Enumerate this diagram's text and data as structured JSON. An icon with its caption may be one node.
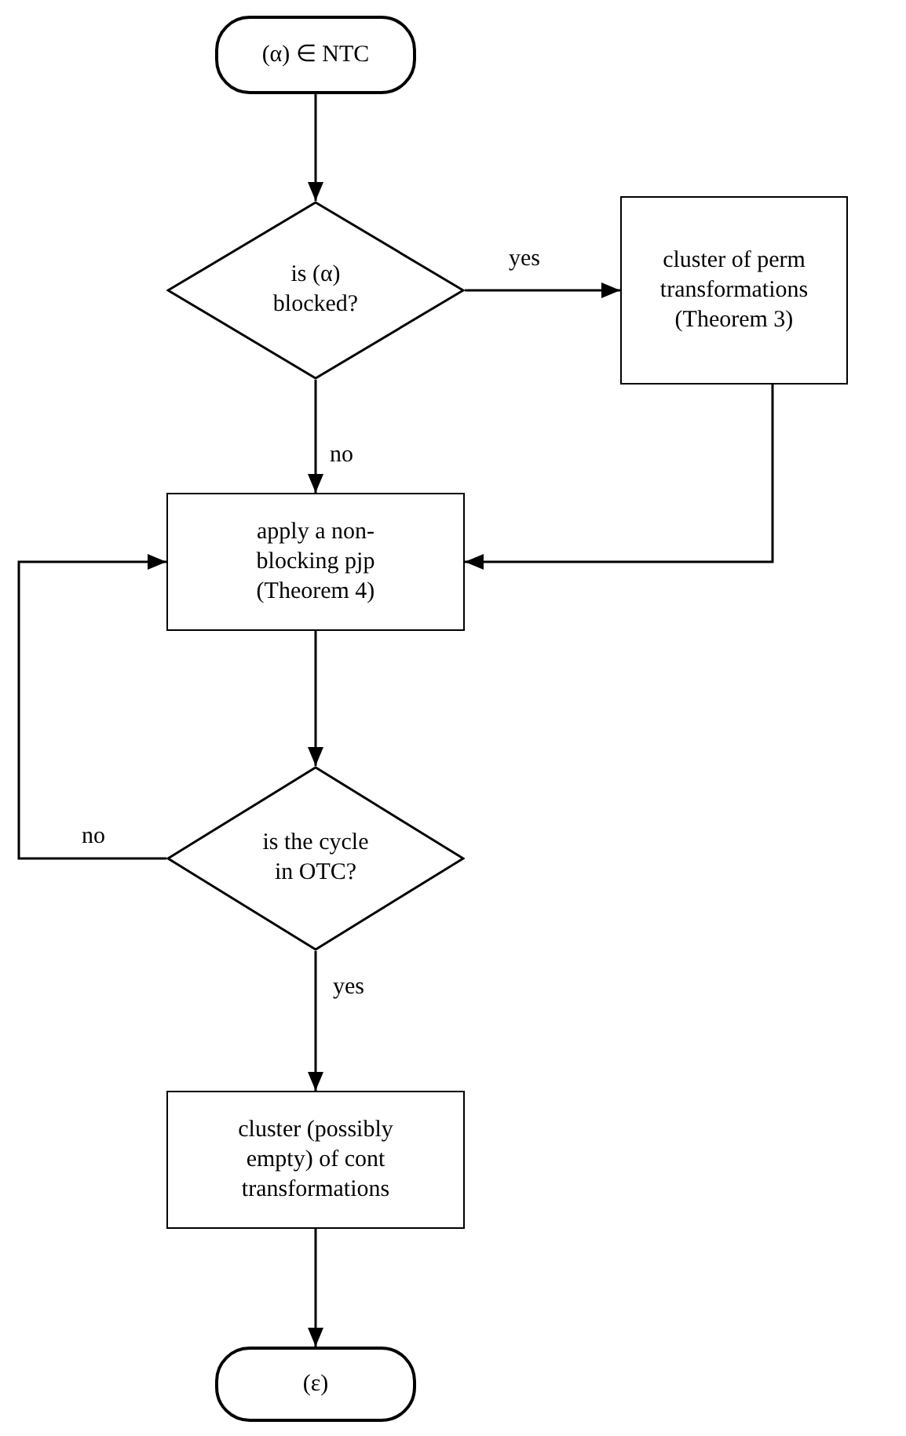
{
  "diagram": {
    "nodes": [
      {
        "text": [
          "(α) ∈ NTC"
        ]
      },
      {
        "text": [
          "is (α) blocked?"
        ]
      },
      {
        "text": [
          "cluster of perm transformations (Theorem 3)"
        ]
      },
      {
        "text": [
          "apply a non-blocking pjp (Theorem 4)"
        ]
      },
      {
        "text": [
          "is the cycle in OTC?"
        ]
      },
      {
        "text": [
          "cluster (possibly empty) of cont transformations"
        ]
      },
      {
        "text": [
          "(ε)"
        ]
      }
    ],
    "edges": [
      {
        "from": 0,
        "to": 1,
        "arrow": "to"
      },
      {
        "from": 1,
        "to": 2,
        "arrow": "to",
        "label": "yes"
      },
      {
        "from": 1,
        "to": 3,
        "arrow": "to",
        "label": "no"
      },
      {
        "from": 2,
        "to": 3,
        "arrow": "to"
      },
      {
        "from": 3,
        "to": 4,
        "arrow": "to"
      },
      {
        "from": 4,
        "to": 3,
        "arrow": "to",
        "label": "no"
      },
      {
        "from": 4,
        "to": 5,
        "arrow": "to",
        "label": "yes"
      },
      {
        "from": 5,
        "to": 6,
        "arrow": "to"
      }
    ]
  }
}
